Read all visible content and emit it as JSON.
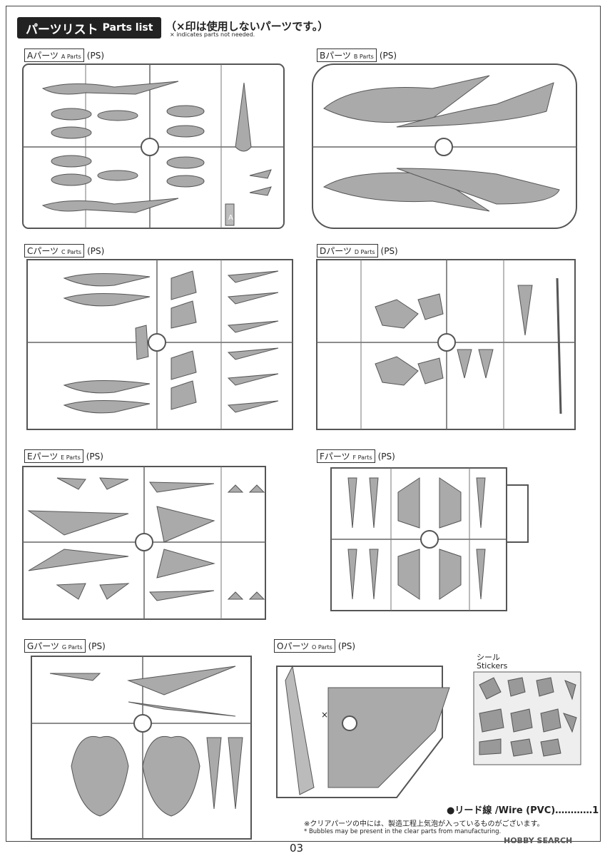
{
  "header": {
    "title_jp": "パーツリスト",
    "title_en": "Parts list"
  },
  "note": {
    "jp": "（×印は使用しないパーツです。）",
    "en": "× indicates parts not needed."
  },
  "parts": [
    {
      "id": "A",
      "jp": "Aパーツ",
      "en": "A Parts",
      "material": "(PS)"
    },
    {
      "id": "B",
      "jp": "Bパーツ",
      "en": "B Parts",
      "material": "(PS)"
    },
    {
      "id": "C",
      "jp": "Cパーツ",
      "en": "C Parts",
      "material": "(PS)"
    },
    {
      "id": "D",
      "jp": "Dパーツ",
      "en": "D Parts",
      "material": "(PS)"
    },
    {
      "id": "E",
      "jp": "Eパーツ",
      "en": "E Parts",
      "material": "(PS)"
    },
    {
      "id": "F",
      "jp": "Fパーツ",
      "en": "F Parts",
      "material": "(PS)"
    },
    {
      "id": "G",
      "jp": "Gパーツ",
      "en": "G Parts",
      "material": "(PS)"
    },
    {
      "id": "O",
      "jp": "Oパーツ",
      "en": "O Parts",
      "material": "(PS)"
    }
  ],
  "stickers": {
    "jp": "シール",
    "en": "Stickers"
  },
  "wire": "●リード線 /Wire (PVC)…………1",
  "bubble_note": {
    "jp": "※クリアパーツの中には、製造工程上気泡が入っているものがございます。",
    "en": "* Bubbles may be present in the clear parts from manufacturing."
  },
  "logo": "HOBBY SEARCH",
  "page_number": "03"
}
